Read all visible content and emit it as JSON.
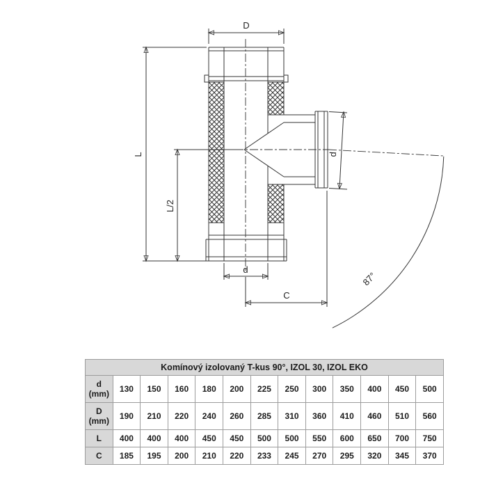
{
  "diagram": {
    "labels": {
      "dim_D": "D",
      "dim_L": "L",
      "dim_L_half": "L/2",
      "dim_d_bottom": "d",
      "dim_d_branch": "d",
      "dim_C": "C",
      "angle": "87°"
    }
  },
  "table": {
    "title": "Komínový izolovaný T-kus 90°, IZOL 30, IZOL EKO",
    "rows": [
      {
        "label": "d (mm)",
        "values": [
          "130",
          "150",
          "160",
          "180",
          "200",
          "225",
          "250",
          "300",
          "350",
          "400",
          "450",
          "500"
        ]
      },
      {
        "label": "D (mm)",
        "values": [
          "190",
          "210",
          "220",
          "240",
          "260",
          "285",
          "310",
          "360",
          "410",
          "460",
          "510",
          "560"
        ]
      },
      {
        "label": "L",
        "values": [
          "400",
          "400",
          "400",
          "450",
          "450",
          "500",
          "500",
          "550",
          "600",
          "650",
          "700",
          "750"
        ]
      },
      {
        "label": "C",
        "values": [
          "185",
          "195",
          "200",
          "210",
          "220",
          "233",
          "245",
          "270",
          "295",
          "320",
          "345",
          "370"
        ]
      }
    ]
  },
  "colors": {
    "line": "#333333",
    "table_header_bg": "#d8d8d8",
    "table_border": "#9c9c9c"
  }
}
